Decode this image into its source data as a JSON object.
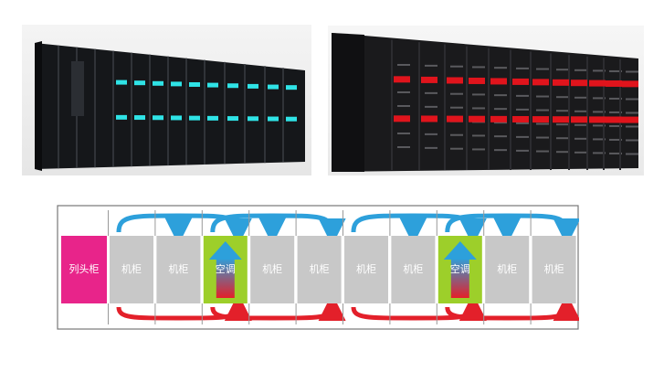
{
  "colors": {
    "row_head": "#e8248a",
    "cabinet": "#c8c8c8",
    "ac_unit": "#9dcf2a",
    "cold_airflow": "#2da0db",
    "hot_airflow": "#e3202a",
    "cold_light": "#2fe3e6",
    "hot_light": "#e0141c"
  },
  "photos": {
    "left": {
      "description_icon": "server-rack-cold-aisle-photo"
    },
    "right": {
      "description_icon": "server-rack-hot-aisle-photo"
    }
  },
  "diagram": {
    "row_head_label": "列头柜",
    "units": [
      {
        "kind": "cabinet",
        "label": "机柜"
      },
      {
        "kind": "cabinet",
        "label": "机柜"
      },
      {
        "kind": "ac",
        "label": "空调"
      },
      {
        "kind": "cabinet",
        "label": "机柜"
      },
      {
        "kind": "cabinet",
        "label": "机柜"
      },
      {
        "kind": "cabinet",
        "label": "机柜"
      },
      {
        "kind": "cabinet",
        "label": "机柜"
      },
      {
        "kind": "ac",
        "label": "空调"
      },
      {
        "kind": "cabinet",
        "label": "机柜"
      },
      {
        "kind": "cabinet",
        "label": "机柜"
      }
    ]
  }
}
